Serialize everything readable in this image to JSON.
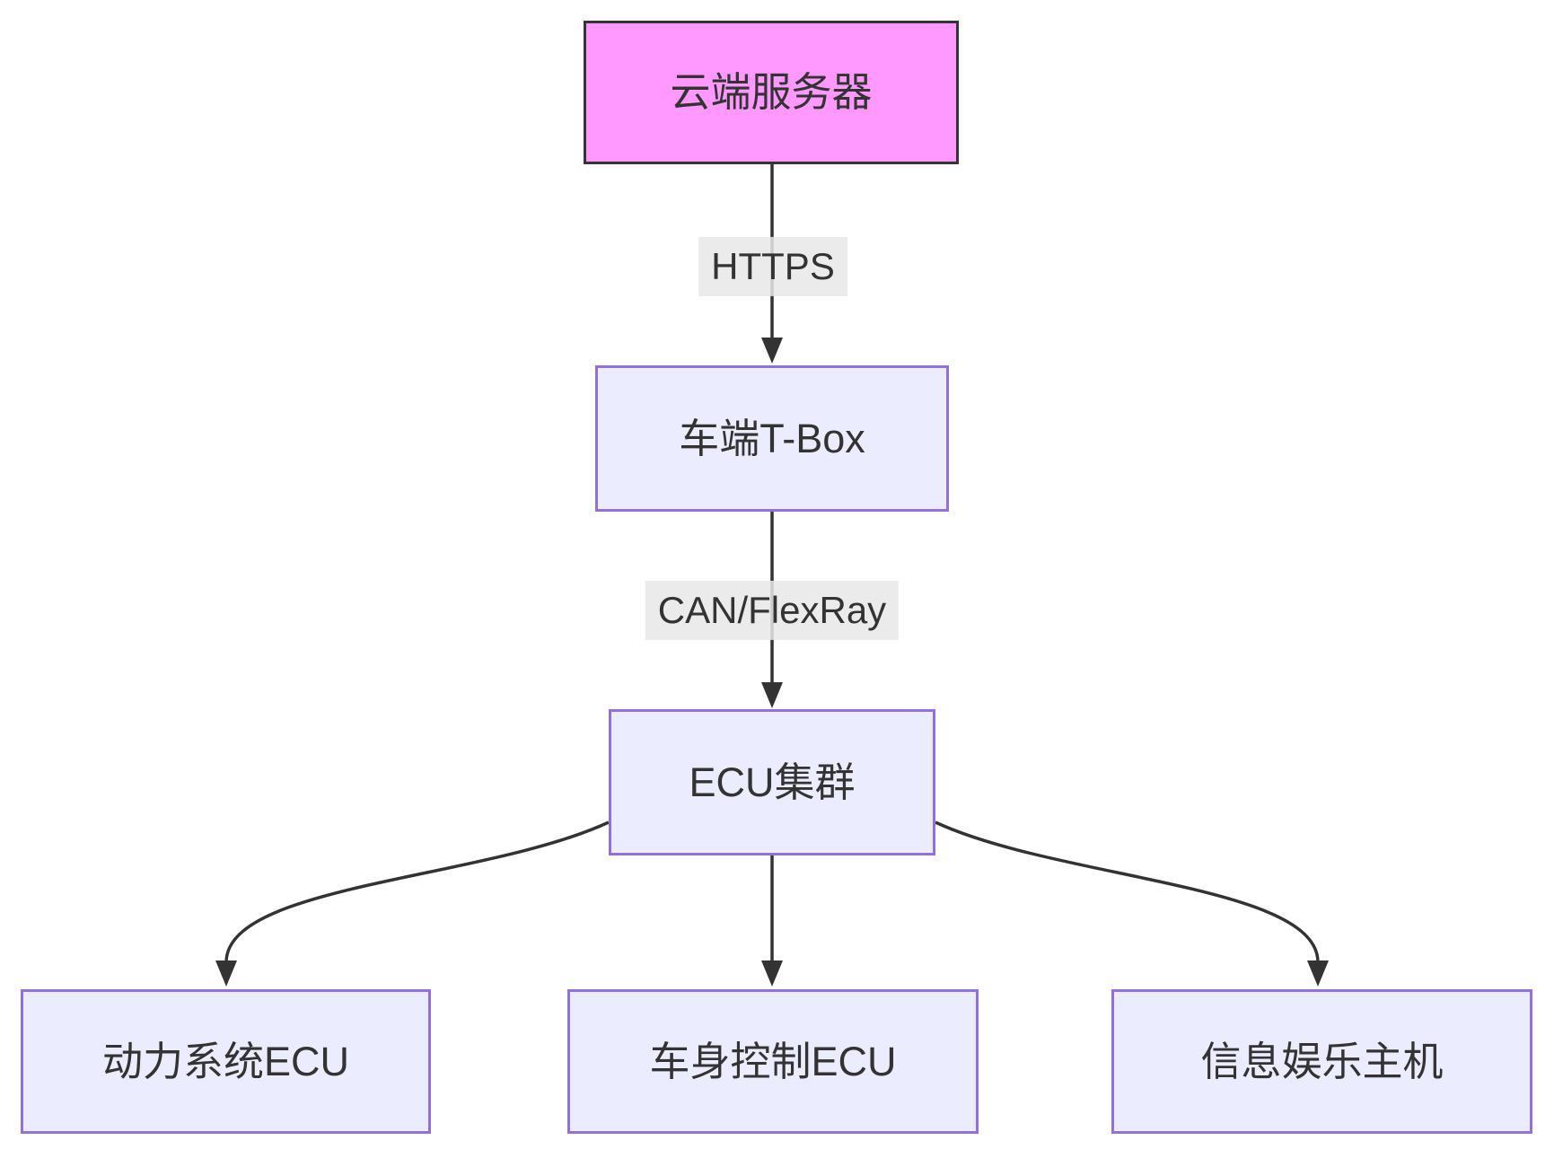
{
  "diagram": {
    "type": "flowchart-top-down",
    "nodes": {
      "cloud": {
        "label": "云端服务器"
      },
      "tbox": {
        "label": "车端T-Box"
      },
      "ecu_cluster": {
        "label": "ECU集群"
      },
      "powertrain": {
        "label": "动力系统ECU"
      },
      "body_control": {
        "label": "车身控制ECU"
      },
      "infotainment": {
        "label": "信息娱乐主机"
      }
    },
    "edges": {
      "cloud_to_tbox": {
        "label": "HTTPS"
      },
      "tbox_to_ecu": {
        "label": "CAN/FlexRay"
      },
      "ecu_to_powertrain": {
        "label": ""
      },
      "ecu_to_body": {
        "label": ""
      },
      "ecu_to_infotainment": {
        "label": ""
      }
    },
    "colors": {
      "cloud_fill": "#ff99ff",
      "cloud_border": "#343434",
      "node_fill": "#ececff",
      "node_border": "#9370db",
      "edge_stroke": "#333333",
      "label_bg": "#e8e8e8",
      "text": "#333333"
    }
  }
}
